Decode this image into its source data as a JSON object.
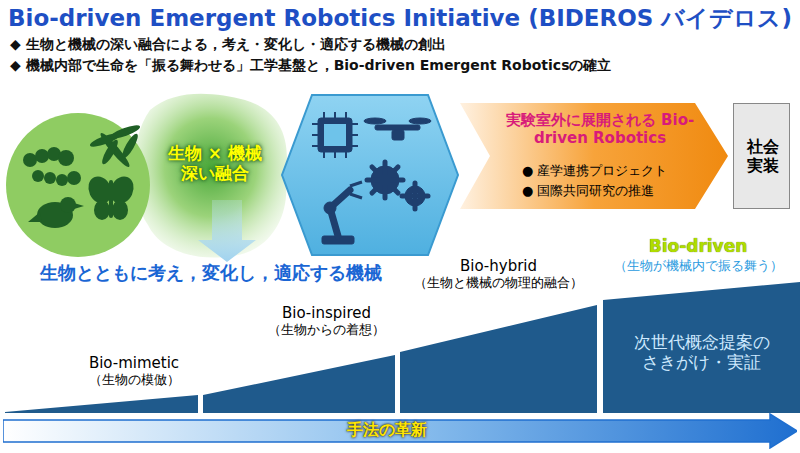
{
  "diagram": {
    "title": "Bio-driven Emergent Robotics Initiative (BIDEROS バイデロス)",
    "nodes": [
      {
        "text": [
          "生物 × 機械 深い融合"
        ]
      },
      {
        "text": [
          "実験室外に展開される Bio-driven Robotics",
          "● 産学連携プロジェクト",
          "● 国際共同研究の推進"
        ]
      },
      {
        "text": [
          "社会 実装"
        ]
      },
      {
        "text": [
          "Bio-mimetic",
          "（生物の模倣）"
        ]
      },
      {
        "text": [
          "Bio-inspired",
          "（生物からの着想）"
        ]
      },
      {
        "text": [
          "Bio-hybrid",
          "（生物と機械の物理的融合）"
        ]
      },
      {
        "text": [
          "Bio-driven",
          "（生物が機械内で振る舞う）",
          "次世代概念提案の さきがけ・実証"
        ]
      },
      {
        "text": [
          "手法の革新"
        ]
      }
    ],
    "labels": [
      "◆ 生物と機械の深い融合による，考え・変化し・適応する機械の創出",
      "◆ 機械内部で生命を「振る舞わせる」工学基盤と，Bio-driven Emergent Roboticsの確立",
      "生物とともに考え，変化し，適応する機械"
    ]
  }
}
